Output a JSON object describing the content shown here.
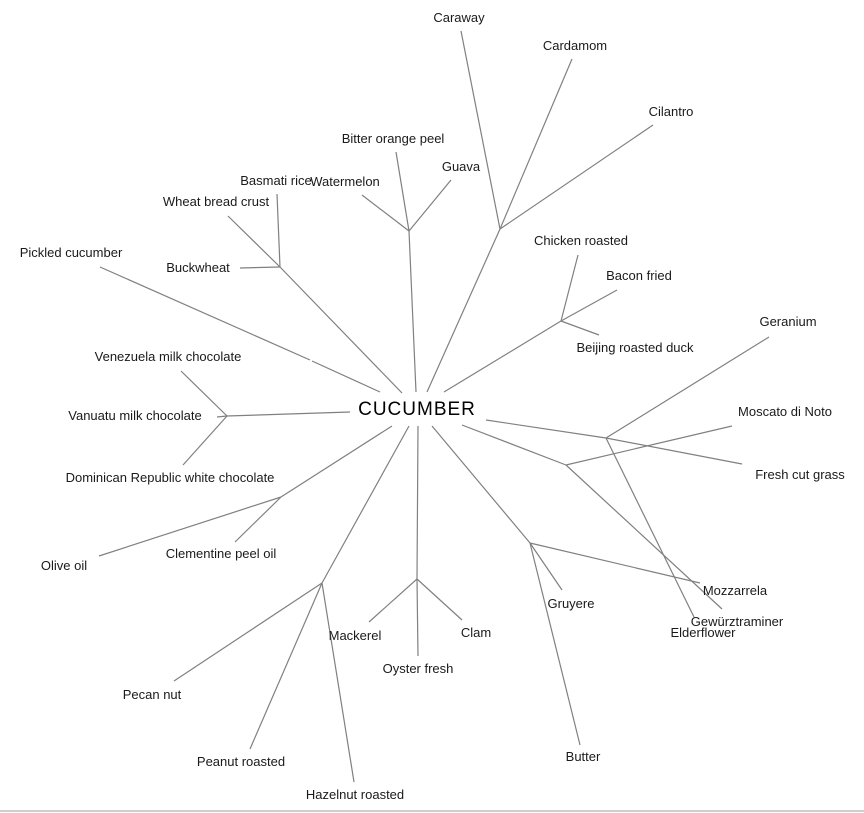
{
  "diagram": {
    "type": "radial-tree",
    "root": {
      "id": "root",
      "label": "CUCUMBER"
    },
    "edge_color": "#808080",
    "groups": [
      {
        "id": "herbs",
        "leaves": [
          "Caraway",
          "Cardamom",
          "Cilantro"
        ]
      },
      {
        "id": "fruits",
        "leaves": [
          "Bitter orange peel",
          "Guava",
          "Watermelon"
        ]
      },
      {
        "id": "grains",
        "leaves": [
          "Basmati rice",
          "Wheat bread crust",
          "Buckwheat"
        ]
      },
      {
        "id": "pickled",
        "leaves": [
          "Pickled cucumber"
        ]
      },
      {
        "id": "meats",
        "leaves": [
          "Chicken roasted",
          "Bacon fried",
          "Beijing roasted duck"
        ]
      },
      {
        "id": "chocolates",
        "leaves": [
          "Venezuela milk chocolate",
          "Vanuatu milk chocolate",
          "Dominican Republic white chocolate"
        ]
      },
      {
        "id": "oils",
        "leaves": [
          "Olive oil",
          "Clementine peel oil"
        ]
      },
      {
        "id": "nuts",
        "leaves": [
          "Pecan nut",
          "Peanut roasted",
          "Hazelnut roasted"
        ]
      },
      {
        "id": "seafood",
        "leaves": [
          "Mackerel",
          "Oyster fresh",
          "Clam"
        ]
      },
      {
        "id": "dairy",
        "leaves": [
          "Gruyere",
          "Butter",
          "Mozzarrela"
        ]
      },
      {
        "id": "wines",
        "leaves": [
          "Moscato di Noto",
          "Gewürztraminer"
        ]
      },
      {
        "id": "floral",
        "leaves": [
          "Geranium",
          "Fresh cut grass",
          "Elderflower"
        ]
      }
    ]
  },
  "labels": {
    "root": "CUCUMBER",
    "caraway": "Caraway",
    "cardamom": "Cardamom",
    "cilantro": "Cilantro",
    "bitter_orange_peel": "Bitter orange peel",
    "guava": "Guava",
    "watermelon": "Watermelon",
    "basmati_rice": "Basmati rice",
    "wheat_bread_crust": "Wheat bread crust",
    "buckwheat": "Buckwheat",
    "pickled_cucumber": "Pickled cucumber",
    "chicken_roasted": "Chicken roasted",
    "bacon_fried": "Bacon fried",
    "beijing_roasted_duck": "Beijing roasted duck",
    "geranium": "Geranium",
    "moscato_di_noto": "Moscato di Noto",
    "fresh_cut_grass": "Fresh cut grass",
    "venezuela_milk_chocolate": "Venezuela milk chocolate",
    "vanuatu_milk_chocolate": "Vanuatu milk chocolate",
    "dominican_white_chocolate": "Dominican Republic white chocolate",
    "olive_oil": "Olive oil",
    "clementine_peel_oil": "Clementine peel oil",
    "pecan_nut": "Pecan nut",
    "peanut_roasted": "Peanut roasted",
    "hazelnut_roasted": "Hazelnut roasted",
    "mackerel": "Mackerel",
    "oyster_fresh": "Oyster fresh",
    "clam": "Clam",
    "gruyere": "Gruyere",
    "butter": "Butter",
    "mozzarrela": "Mozzarrela",
    "gewurztraminer": "Gewürztraminer",
    "elderflower": "Elderflower"
  }
}
